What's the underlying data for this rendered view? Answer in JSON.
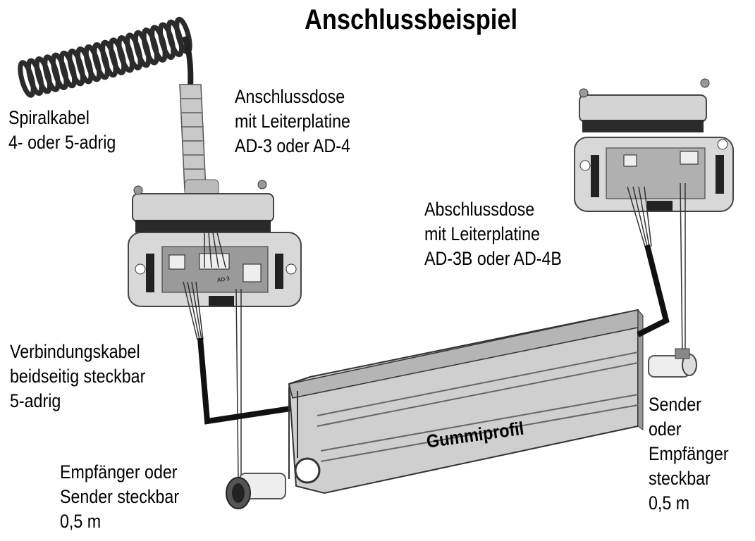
{
  "title": "Anschlussbeispiel",
  "labels": {
    "spiral": [
      "Spiralkabel",
      "4- oder 5-adrig"
    ],
    "anschlussdose": [
      "Anschlussdose",
      "mit Leiterplatine",
      "AD-3 oder AD-4"
    ],
    "abschlussdose": [
      "Abschlussdose",
      "mit Leiterplatine",
      "AD-3B oder AD-4B"
    ],
    "verbindung": [
      "Verbindungskabel",
      "beidseitig steckbar",
      "5-adrig"
    ],
    "empfaenger_left": [
      "Empfänger oder",
      "Sender steckbar",
      "0,5 m"
    ],
    "sender_right": [
      "Sender",
      "oder",
      "Empfänger",
      "steckbar",
      "0,5 m"
    ],
    "profile": "Gummiprofil"
  },
  "board_label": "AD 3"
}
